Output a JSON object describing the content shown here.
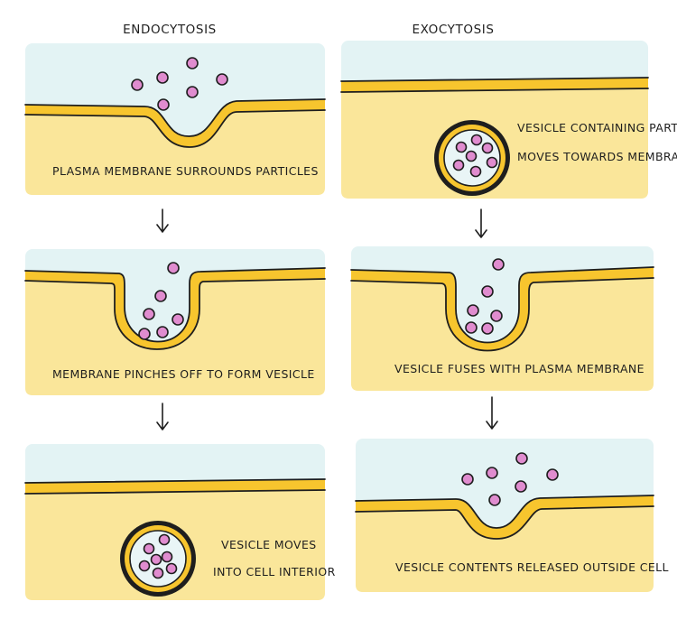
{
  "colors": {
    "outside": "#e3f3f4",
    "cytoplasm": "#fae69a",
    "membrane": "#f7c52e",
    "outline": "#1e1e1e",
    "particle": "#e08ccf",
    "vesicle_inside": "#e9f5f6"
  },
  "columns": {
    "endocytosis": {
      "title": "ENDOCYTOSIS",
      "steps": [
        {
          "label": "PLASMA MEMBRANE SURROUNDS PARTICLES"
        },
        {
          "label": "MEMBRANE PINCHES OFF TO FORM VESICLE"
        },
        {
          "label_line1": "VESICLE MOVES",
          "label_line2": "INTO CELL INTERIOR"
        }
      ]
    },
    "exocytosis": {
      "title": "EXOCYTOSIS",
      "steps": [
        {
          "label_line1": "VESICLE CONTAINING PARTICLES",
          "label_line2": "MOVES TOWARDS MEMBRANE"
        },
        {
          "label": "VESICLE FUSES WITH PLASMA MEMBRANE"
        },
        {
          "label": "VESICLE CONTENTS RELEASED OUTSIDE CELL"
        }
      ]
    }
  }
}
